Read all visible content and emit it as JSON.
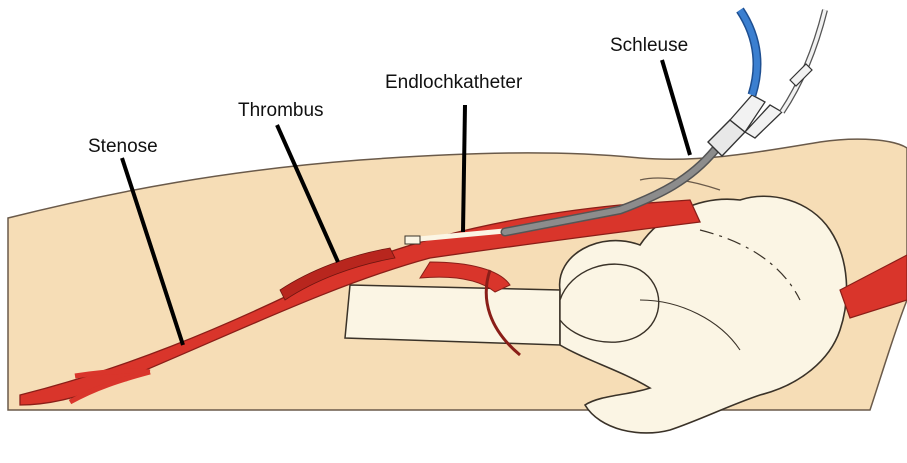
{
  "labels": {
    "stenose": "Stenose",
    "thrombus": "Thrombus",
    "endlochkatheter": "Endlochkatheter",
    "schleuse": "Schleuse"
  },
  "colors": {
    "skin": "#f6ddb6",
    "skin_outline": "#6a5a4a",
    "bone": "#fbf5e4",
    "bone_outline": "#3a3228",
    "vessel": "#d9352b",
    "vessel_dark": "#8a1e18",
    "catheter": "#8c8c8c",
    "tube_blue": "#3b7fd0",
    "tube_white": "#f2f2f2",
    "pointer": "#000000"
  }
}
